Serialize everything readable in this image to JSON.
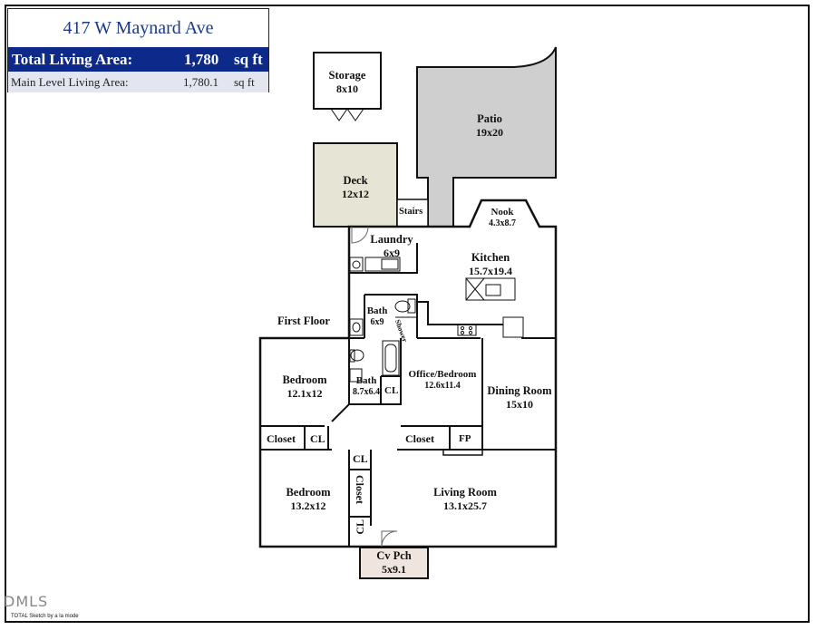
{
  "header": {
    "address": "417 W Maynard Ave",
    "total_label": "Total Living Area:",
    "total_value": "1,780",
    "total_unit": "sq ft",
    "main_label": "Main Level Living Area:",
    "main_value": "1,780.1",
    "main_unit": "sq ft"
  },
  "rooms": {
    "storage": {
      "name": "Storage",
      "dims": "8x10"
    },
    "patio": {
      "name": "Patio",
      "dims": "19x20"
    },
    "deck": {
      "name": "Deck",
      "dims": "12x12"
    },
    "stairs": "Stairs",
    "nook": {
      "name": "Nook",
      "dims": "4.3x8.7"
    },
    "laundry": {
      "name": "Laundry",
      "dims": "6x9"
    },
    "kitchen": {
      "name": "Kitchen",
      "dims": "15.7x19.4"
    },
    "bath1": {
      "name": "Bath",
      "dims": "6x9"
    },
    "shower": "Shower",
    "bedroom1": {
      "name": "Bedroom",
      "dims": "12.1x12"
    },
    "bath2": {
      "name": "Bath",
      "dims": "8.7x6.4"
    },
    "office": {
      "name": "Office/Bedroom",
      "dims": "12.6x11.4"
    },
    "dining": {
      "name": "Dining Room",
      "dims": "15x10"
    },
    "bedroom2": {
      "name": "Bedroom",
      "dims": "13.2x12"
    },
    "living": {
      "name": "Living Room",
      "dims": "13.1x25.7"
    },
    "cvpch": {
      "name": "Cv Pch",
      "dims": "5x9.1"
    }
  },
  "tags": {
    "first_floor": "First Floor",
    "cl_bath": "CL",
    "closet_left": "Closet",
    "cl_left": "CL",
    "closet_center": "Closet",
    "fp": "FP",
    "cl_hall_top": "CL",
    "closet_hall": "Closet",
    "cl_hall_bottom": "CL"
  },
  "footer": {
    "watermark": "DMLS",
    "credit": "TOTAL Sketch by a la mode"
  },
  "colors": {
    "title_bar": "#0d2a8a",
    "patio": "#cfcfcf",
    "deck": "#e6e4d5",
    "porch": "#efe4de",
    "storage": "#ffffff"
  }
}
